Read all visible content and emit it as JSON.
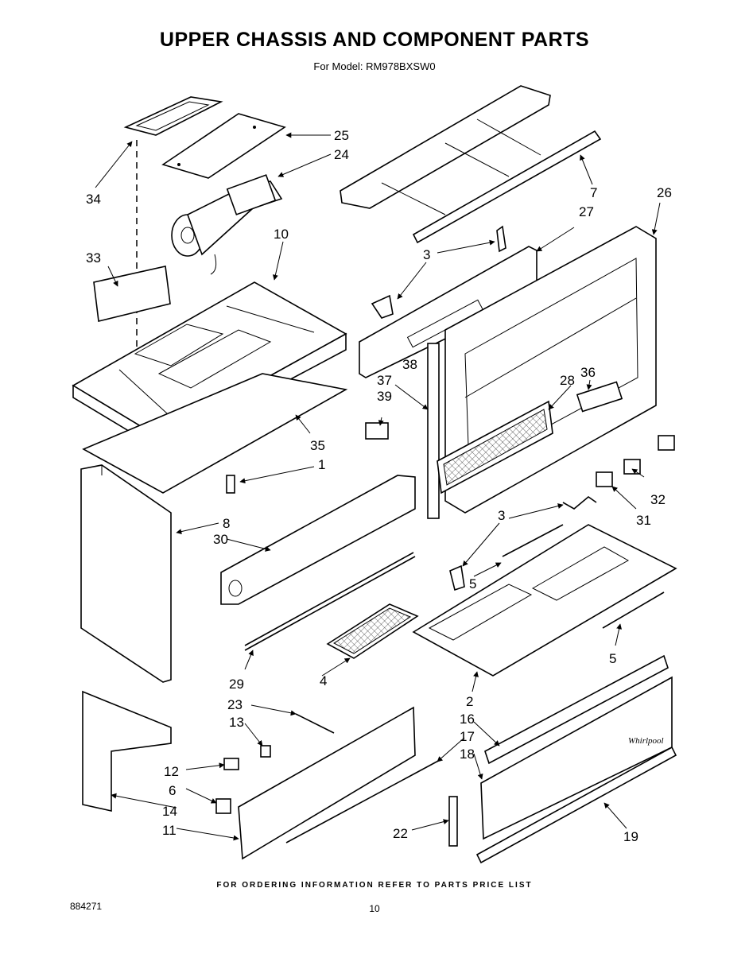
{
  "header": {
    "title": "UPPER CHASSIS AND COMPONENT PARTS",
    "subtitle": "For Model: RM978BXSW0"
  },
  "footer": {
    "ordering_note": "FOR ORDERING INFORMATION REFER TO PARTS PRICE LIST",
    "document_number": "884271",
    "page_number": "10"
  },
  "callouts": {
    "c1": "1",
    "c2": "2",
    "c3a": "3",
    "c3b": "3",
    "c4": "4",
    "c5a": "5",
    "c5b": "5",
    "c6": "6",
    "c7": "7",
    "c8": "8",
    "c10": "10",
    "c11": "11",
    "c12": "12",
    "c13": "13",
    "c14": "14",
    "c16": "16",
    "c17": "17",
    "c18": "18",
    "c19": "19",
    "c22": "22",
    "c23": "23",
    "c24": "24",
    "c25": "25",
    "c26": "26",
    "c27": "27",
    "c28": "28",
    "c29": "29",
    "c30": "30",
    "c31": "31",
    "c32": "32",
    "c33": "33",
    "c34": "34",
    "c35": "35",
    "c36": "36",
    "c37": "37",
    "c38": "38",
    "c39": "39"
  },
  "brand_logo_text": "Whirlpool"
}
